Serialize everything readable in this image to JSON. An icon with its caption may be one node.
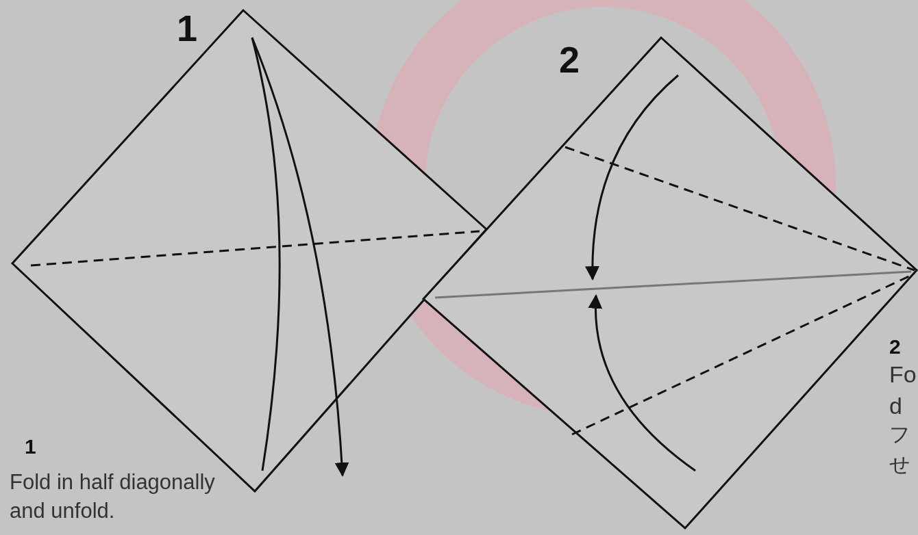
{
  "diagram": {
    "labels": [
      "1",
      "2",
      "1",
      "Fold in half diagonally and unfold.",
      "2",
      "Fo",
      "d",
      "フ",
      "せ"
    ]
  }
}
